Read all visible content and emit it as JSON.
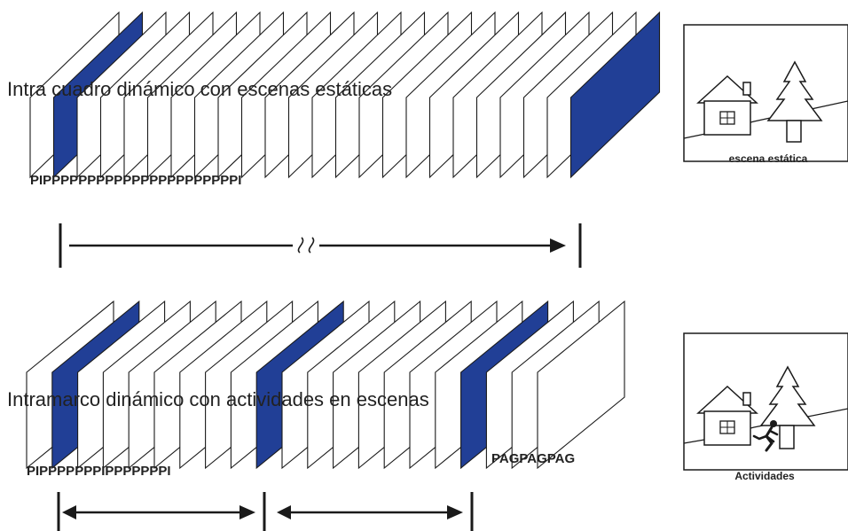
{
  "top_row": {
    "title": "Intra cuadro dinámico con escenas estáticas",
    "frame_labels": "PIPPPPPPPPPPPPPPPPPPPPPPI",
    "frames": [
      "P",
      "I",
      "P",
      "P",
      "P",
      "P",
      "P",
      "P",
      "P",
      "P",
      "P",
      "P",
      "P",
      "P",
      "P",
      "P",
      "P",
      "P",
      "P",
      "P",
      "P",
      "P",
      "P",
      "I"
    ],
    "scene_caption": "escena estática"
  },
  "bottom_row": {
    "title": "Intramarco dinámico con actividades en escenas",
    "frame_labels": "PIPPPPPPPIPPPPPPPI",
    "frames_group1": [
      "P",
      "I",
      "P",
      "P",
      "P",
      "P",
      "P",
      "P",
      "P",
      "I",
      "P",
      "P",
      "P",
      "P",
      "P",
      "P",
      "P",
      "I"
    ],
    "frames_group2_label": "PAGPAGPAG",
    "frames_group2_items": [
      "PAG",
      "PAG",
      "PAG"
    ],
    "scene_caption": "Actividades"
  },
  "colors": {
    "i_frame": "#213f96",
    "p_frame": "#ffffff",
    "stroke": "#1a1a1a"
  },
  "icons": {
    "house": "house-icon",
    "tree": "tree-icon",
    "runner": "runner-icon",
    "break": "axis-break-icon"
  }
}
